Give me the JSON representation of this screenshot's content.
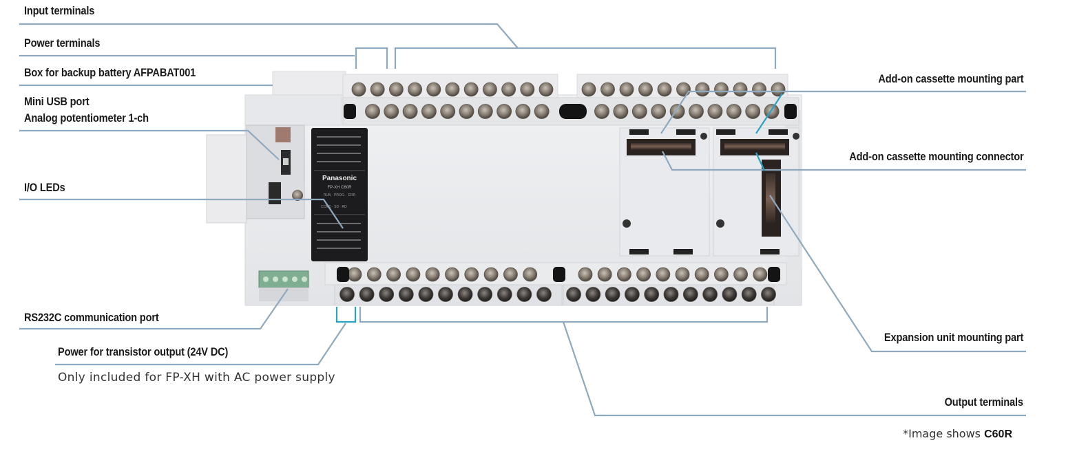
{
  "diagram": {
    "subject": "Panasonic FP-XH PLC control unit",
    "device_panel": {
      "brand": "Panasonic",
      "model": "FP-XH C60R"
    },
    "colors": {
      "leader_line": "#8fa9bf",
      "accent_bracket": "#2aa3c2",
      "label_text": "#1a1a1a",
      "device_body": "#e9eaec",
      "led_panel": "#1c1c1e"
    },
    "labels_left": [
      {
        "id": "input-terminals",
        "text": "Input terminals"
      },
      {
        "id": "power-terminals",
        "text": "Power terminals"
      },
      {
        "id": "backup-battery-box",
        "text": "Box for backup battery AFPABAT001"
      },
      {
        "id": "mini-usb-port",
        "text": "Mini USB port"
      },
      {
        "id": "analog-potentiometer",
        "text": "Analog potentiometer 1-ch"
      },
      {
        "id": "io-leds",
        "text": "I/O LEDs"
      },
      {
        "id": "rs232c-port",
        "text": "RS232C communication port"
      },
      {
        "id": "transistor-output-power",
        "text": "Power for transistor output (24V DC)"
      }
    ],
    "labels_right": [
      {
        "id": "addon-cassette-part",
        "text": "Add-on cassette mounting part"
      },
      {
        "id": "addon-cassette-connector",
        "text": "Add-on cassette mounting connector"
      },
      {
        "id": "expansion-unit-part",
        "text": "Expansion unit mounting part"
      },
      {
        "id": "output-terminals",
        "text": "Output terminals"
      }
    ],
    "note": "Only included for FP-XH with AC power supply",
    "footnote": {
      "prefix": "*Image shows ",
      "model": "C60R"
    }
  }
}
